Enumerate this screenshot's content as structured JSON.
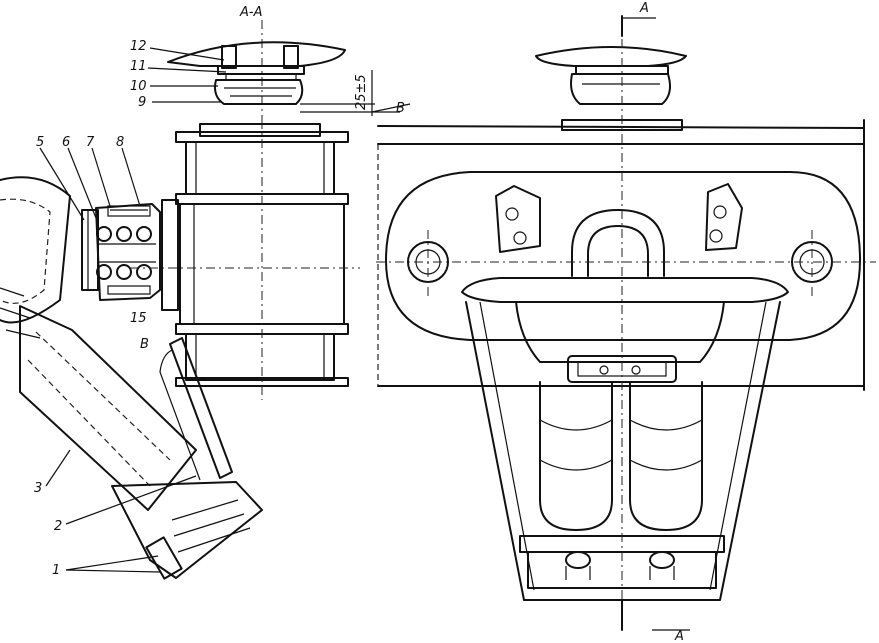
{
  "drawing": {
    "section_title": "A-A",
    "section_marker_top": "A",
    "section_marker_bottom": "A",
    "dimension_vertical": "25±5",
    "dimension_offset": "15",
    "point_b_upper": "B",
    "point_b_lower": "B",
    "callouts": [
      "12",
      "11",
      "10",
      "9",
      "5",
      "6",
      "7",
      "8",
      "3",
      "2",
      "1"
    ]
  }
}
